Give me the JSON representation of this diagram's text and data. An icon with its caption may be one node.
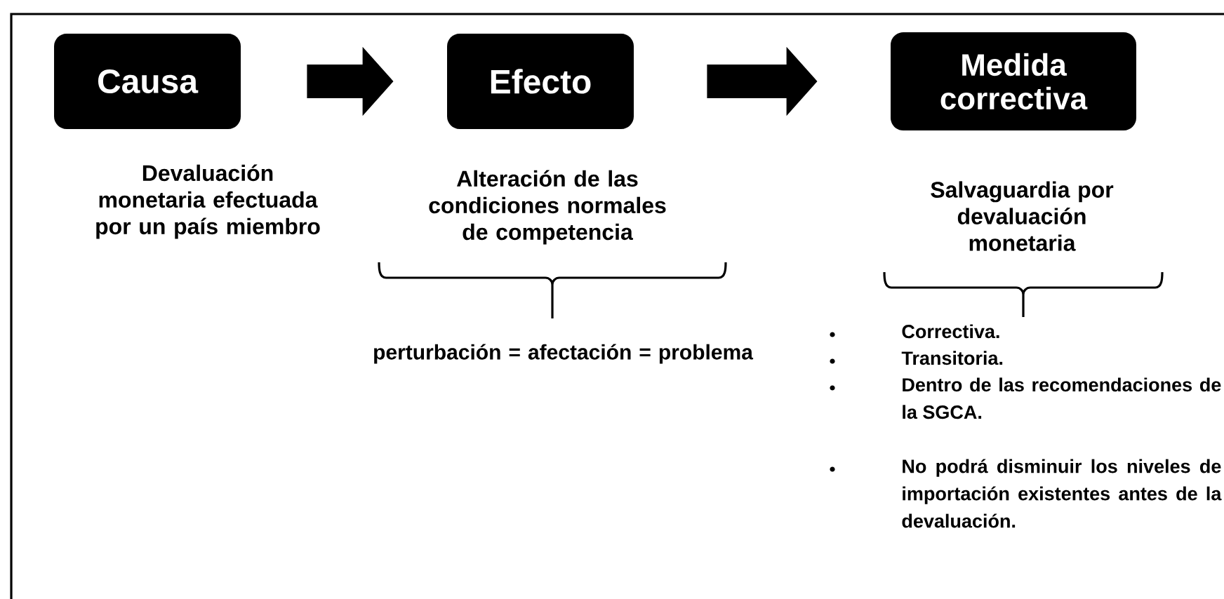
{
  "diagram": {
    "nodes": [
      {
        "text": [
          "Causa"
        ]
      },
      {
        "text": [
          "Efecto"
        ]
      },
      {
        "text": [
          "Medida correctiva"
        ]
      }
    ],
    "edges": [
      {
        "from": 0,
        "to": 1,
        "arrow": "to"
      },
      {
        "from": 1,
        "to": 2,
        "arrow": "to"
      }
    ],
    "labels": [
      "Devaluación monetaria efectuada por un país miembro",
      "Alteración de las condiciones normales de competencia",
      "Salvaguardia por devaluación monetaria",
      "perturbación = afectación = problema",
      "Correctiva.",
      "Transitoria.",
      "Dentro de las recomendaciones de la SGCA.",
      "No podrá disminuir los niveles de importación existentes antes de la devaluación."
    ]
  }
}
